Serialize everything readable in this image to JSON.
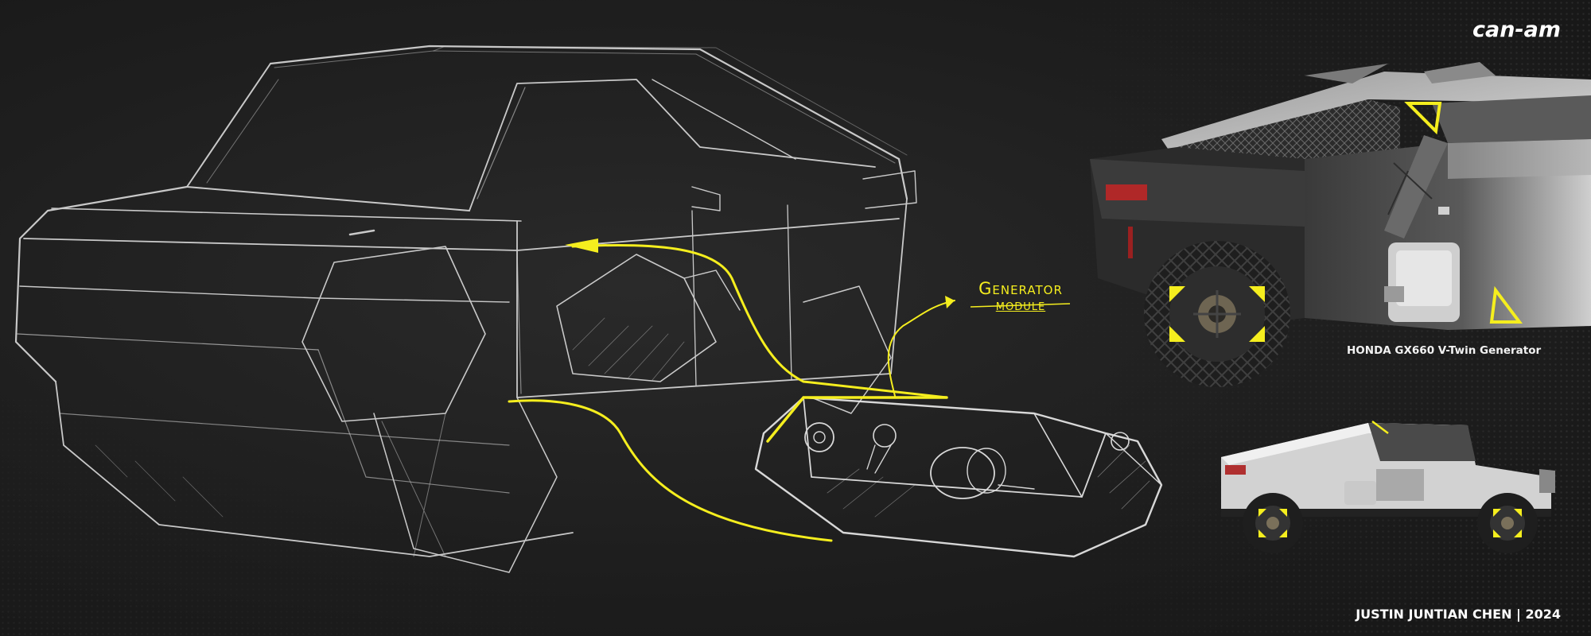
{
  "brand": {
    "logo_text": "can-am"
  },
  "callout": {
    "line1": "Generator",
    "line2": "module"
  },
  "captions": {
    "generator": "HONDA GX660 V-Twin Generator"
  },
  "credit": "JUSTIN JUNTIAN CHEN | 2024",
  "colors": {
    "background": "#1c1c1c",
    "accent": "#f5ee1e",
    "sketch": "#e8e8e8",
    "body_panel": "#c8c8c8",
    "tire": "#222222"
  },
  "icons": {
    "brand": "can-am-logo",
    "arrow": "yellow-arrow"
  }
}
